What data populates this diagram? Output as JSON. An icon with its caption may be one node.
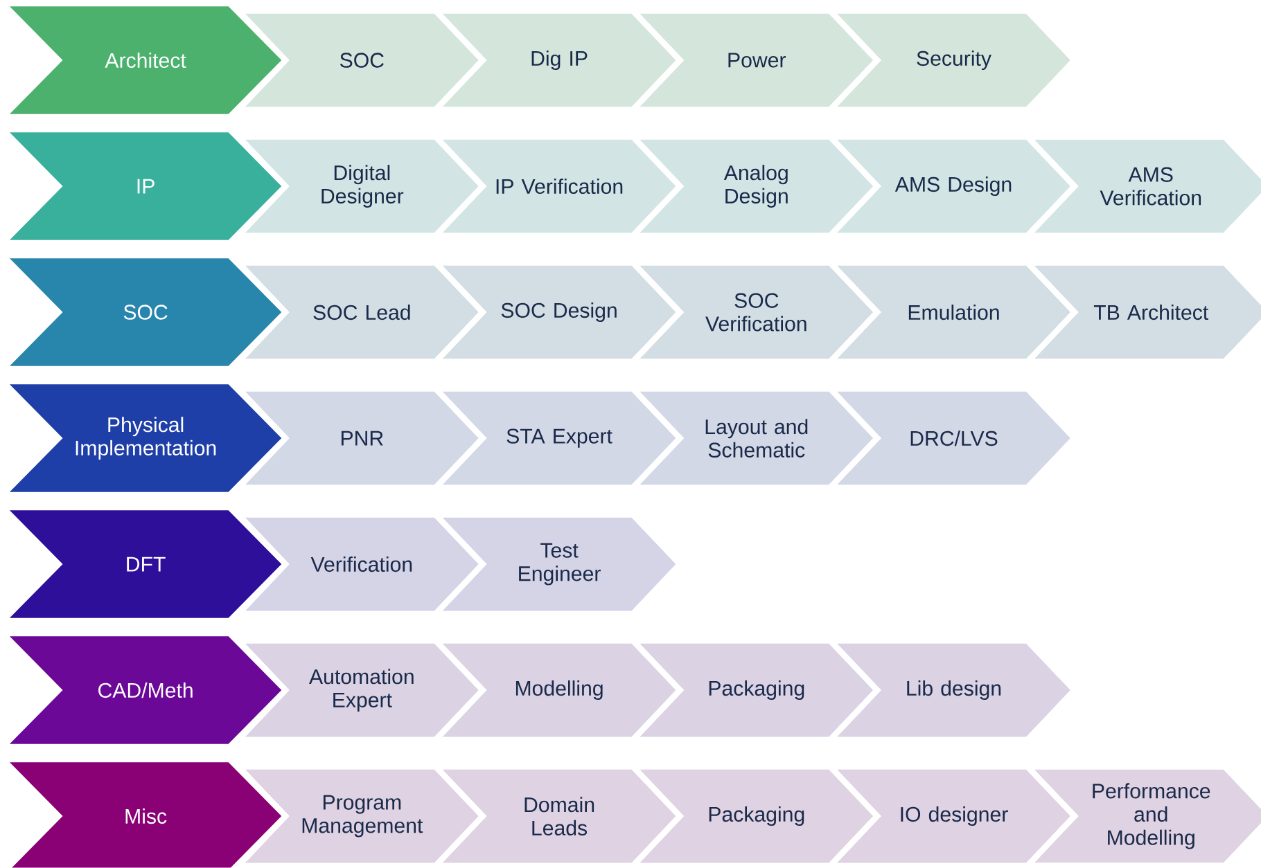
{
  "diagram": {
    "nodes": [
      {
        "text": [
          "Architect"
        ]
      },
      {
        "text": [
          "SOC"
        ]
      },
      {
        "text": [
          "Dig IP"
        ]
      },
      {
        "text": [
          "Power"
        ]
      },
      {
        "text": [
          "Security"
        ]
      },
      {
        "text": [
          "IP"
        ]
      },
      {
        "text": [
          "Digital Designer"
        ]
      },
      {
        "text": [
          "IP Verification"
        ]
      },
      {
        "text": [
          "Analog Design"
        ]
      },
      {
        "text": [
          "AMS Design"
        ]
      },
      {
        "text": [
          "AMS Verification"
        ]
      },
      {
        "text": [
          "SOC"
        ]
      },
      {
        "text": [
          "SOC Lead"
        ]
      },
      {
        "text": [
          "SOC Design"
        ]
      },
      {
        "text": [
          "SOC Verification"
        ]
      },
      {
        "text": [
          "Emulation"
        ]
      },
      {
        "text": [
          "TB Architect"
        ]
      },
      {
        "text": [
          "Physical Implementation"
        ]
      },
      {
        "text": [
          "PNR"
        ]
      },
      {
        "text": [
          "STA Expert"
        ]
      },
      {
        "text": [
          "Layout and Schematic"
        ]
      },
      {
        "text": [
          "DRC/LVS"
        ]
      },
      {
        "text": [
          "DFT"
        ]
      },
      {
        "text": [
          "Verification"
        ]
      },
      {
        "text": [
          "Test Engineer"
        ]
      },
      {
        "text": [
          "CAD/Meth"
        ]
      },
      {
        "text": [
          "Automation Expert"
        ]
      },
      {
        "text": [
          "Modelling"
        ]
      },
      {
        "text": [
          "Packaging"
        ]
      },
      {
        "text": [
          "Lib design"
        ]
      },
      {
        "text": [
          "Misc"
        ]
      },
      {
        "text": [
          "Program Management"
        ]
      },
      {
        "text": [
          "Domain Leads"
        ]
      },
      {
        "text": [
          "Packaging"
        ]
      },
      {
        "text": [
          "IO designer"
        ]
      },
      {
        "text": [
          "Performance and Modelling"
        ]
      }
    ]
  }
}
